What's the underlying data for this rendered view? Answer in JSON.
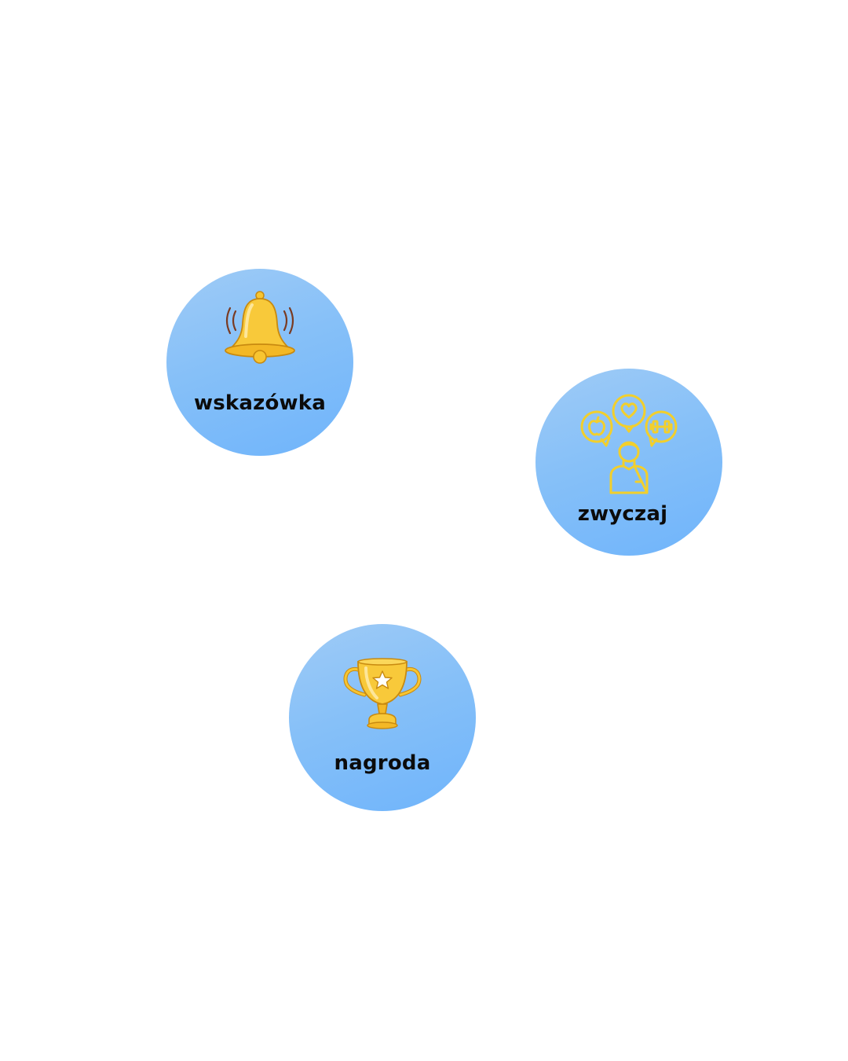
{
  "nodes": [
    {
      "id": "cue",
      "label": "wskazówka",
      "icon": "bell-icon"
    },
    {
      "id": "habit",
      "label": "zwyczaj",
      "icon": "habit-person-icon"
    },
    {
      "id": "reward",
      "label": "nagroda",
      "icon": "trophy-icon"
    }
  ],
  "colors": {
    "background": "#ffffff",
    "circle_fill_light": "#9fcbf6",
    "circle_fill_dark": "#6fb4fb",
    "icon_gold": "#f7c531",
    "icon_line_yellow": "#f2cf2c",
    "label_text": "#0b0b0b"
  }
}
